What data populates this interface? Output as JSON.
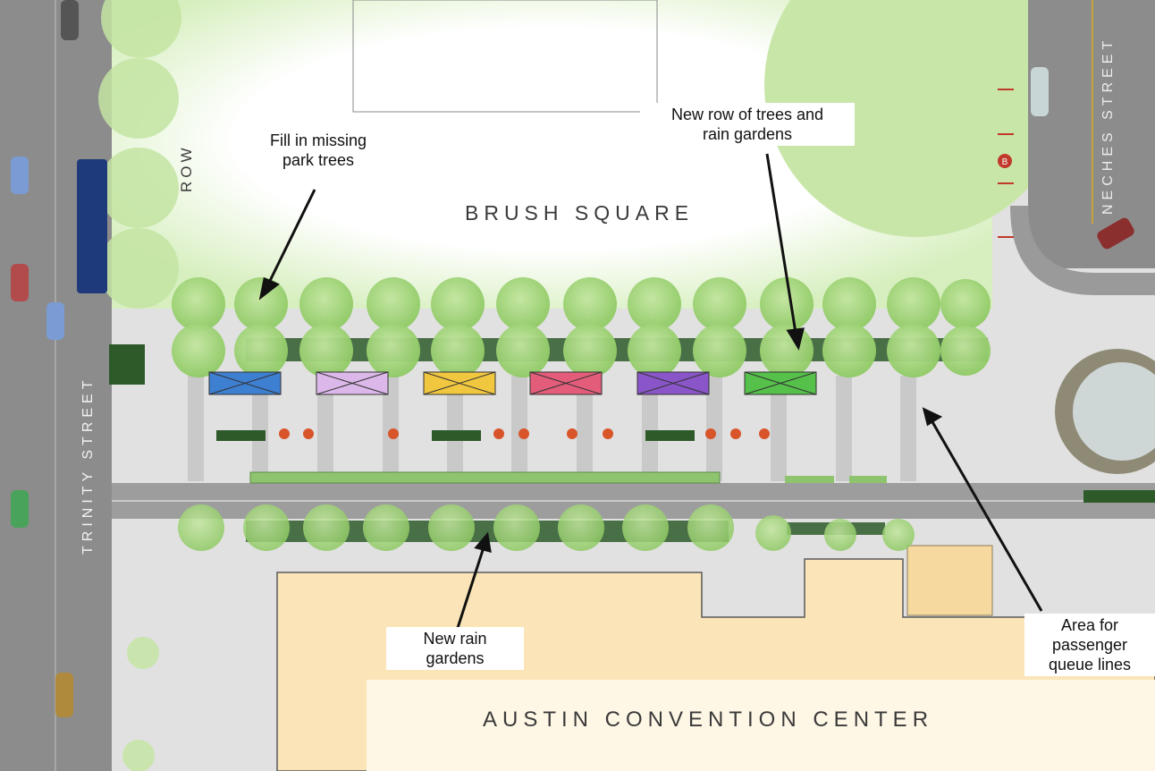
{
  "places": {
    "park": "BRUSH SQUARE",
    "convention_center": "AUSTIN CONVENTION CENTER",
    "row_label": "ROW"
  },
  "streets": {
    "west": "TRINITY STREET",
    "east": "NECHES STREET"
  },
  "callouts": {
    "park_trees": {
      "line1": "Fill in missing",
      "line2": "park trees"
    },
    "new_row": {
      "line1": "New row of trees and",
      "line2": "rain gardens"
    },
    "rain_gardens": {
      "line1": "New rain",
      "line2": "gardens"
    },
    "queue": {
      "line1": "Area for",
      "line2": "passenger",
      "line3": "queue lines"
    }
  },
  "markers": {
    "bus_stop": "B"
  },
  "colors": {
    "street": "#8c8c8c",
    "sidewalk": "#dcdcdc",
    "park": "#f6fbef",
    "park_edge": "#c9e6a9",
    "tree": "#a8d67b",
    "tree_dark": "#7fb357",
    "rain_garden": "#2e5a2a",
    "convention_center": "#fbe5b8",
    "kiosk_blue": "#3d7fd1",
    "kiosk_lilac": "#dcb8ea",
    "kiosk_yellow": "#f2c740",
    "kiosk_pink": "#e35d7a",
    "kiosk_purple": "#8a55c8",
    "kiosk_green": "#55c04a"
  }
}
